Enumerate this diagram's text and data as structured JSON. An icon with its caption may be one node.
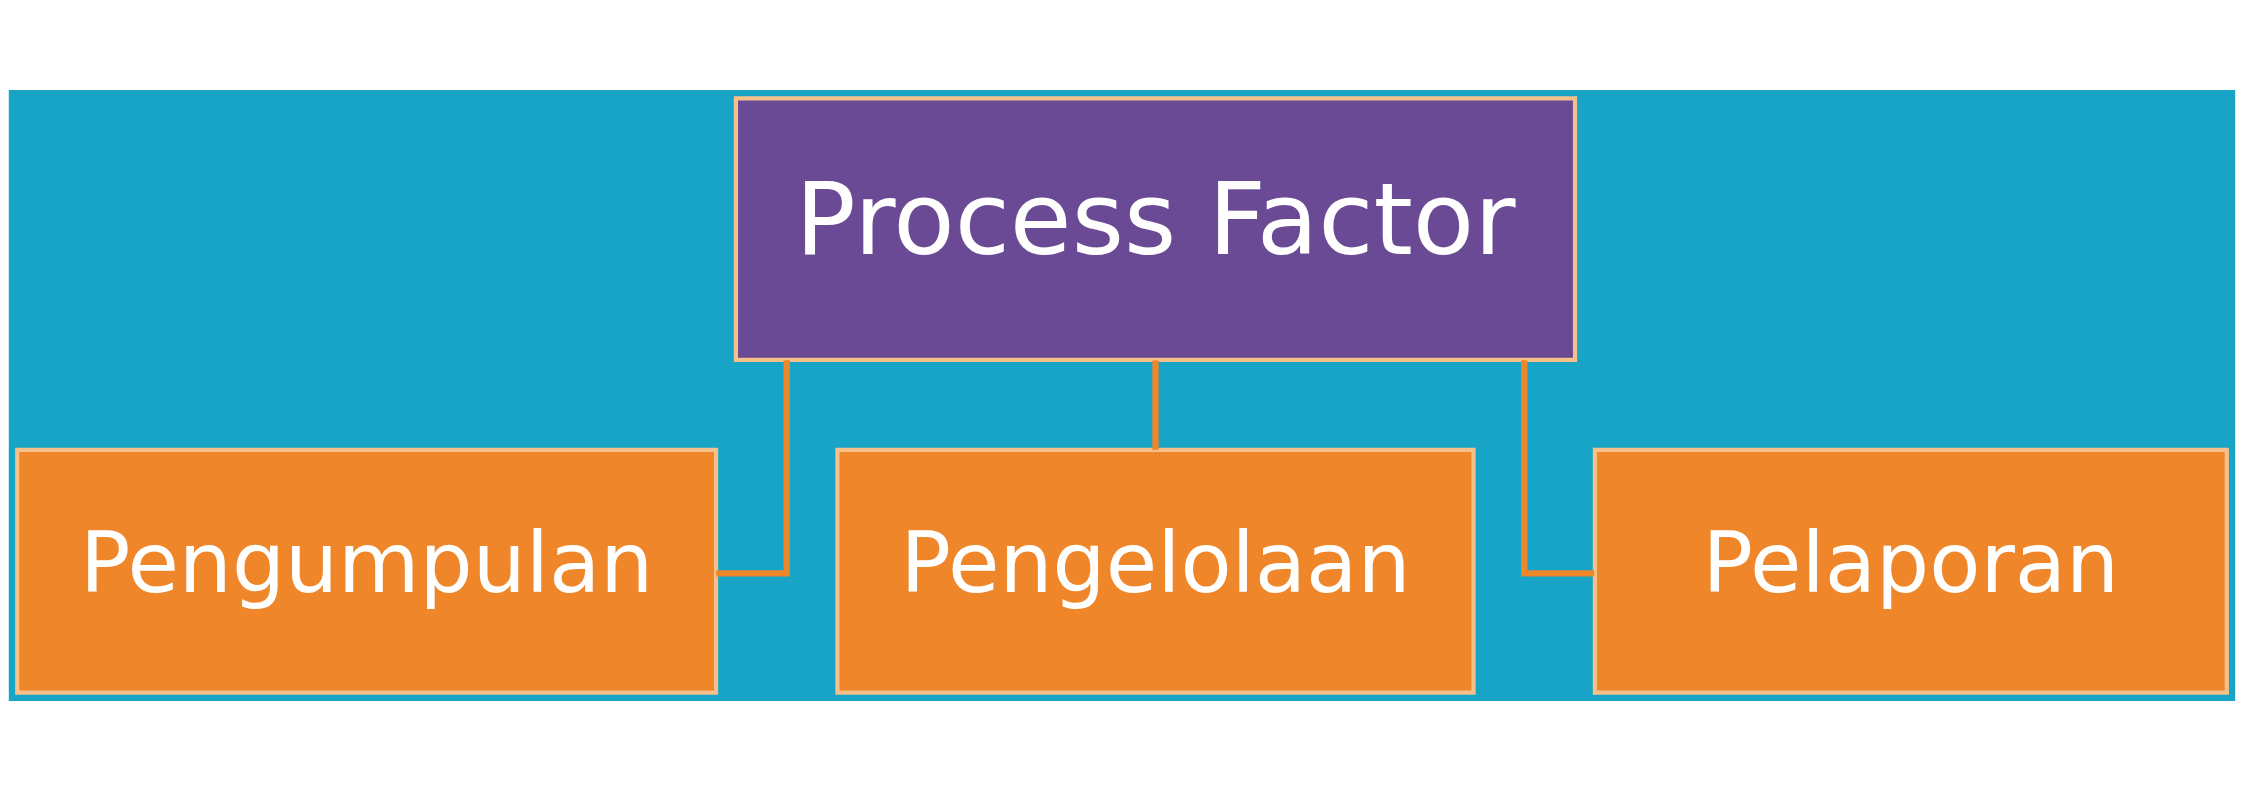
{
  "diagram": {
    "nodes": [
      {
        "text": [
          "Process Factor"
        ]
      },
      {
        "text": [
          "Pengumpulan"
        ]
      },
      {
        "text": [
          "Pengelolaan"
        ]
      },
      {
        "text": [
          "Pelaporan"
        ]
      }
    ],
    "edges": [
      {
        "from": 0,
        "to": 1,
        "arrow": "none"
      },
      {
        "from": 0,
        "to": 2,
        "arrow": "none"
      },
      {
        "from": 0,
        "to": 3,
        "arrow": "none"
      }
    ]
  }
}
